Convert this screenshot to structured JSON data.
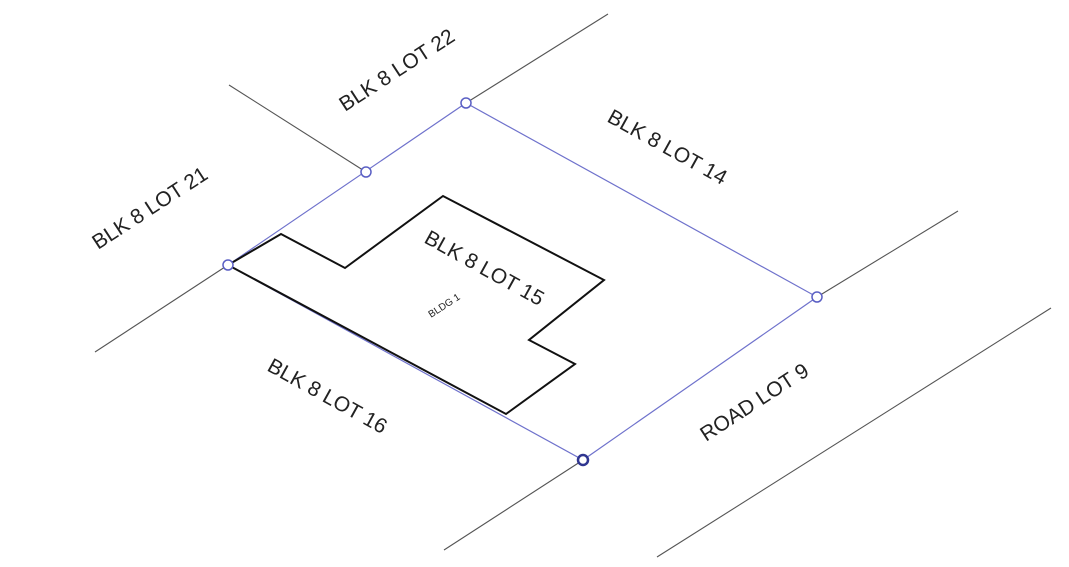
{
  "parcel": {
    "lot_labels": {
      "lot_22": "BLK 8 LOT 22",
      "lot_21": "BLK 8 LOT 21",
      "lot_14": "BLK 8 LOT 14",
      "lot_15": "BLK 8 LOT 15",
      "lot_16": "BLK 8 LOT 16",
      "road_lot_9": "ROAD LOT 9"
    },
    "building_label": "BLDG 1"
  },
  "colors": {
    "parcel_boundary": "#6f72cc",
    "building_outline": "#111111",
    "adjacent_lines": "#555555"
  }
}
